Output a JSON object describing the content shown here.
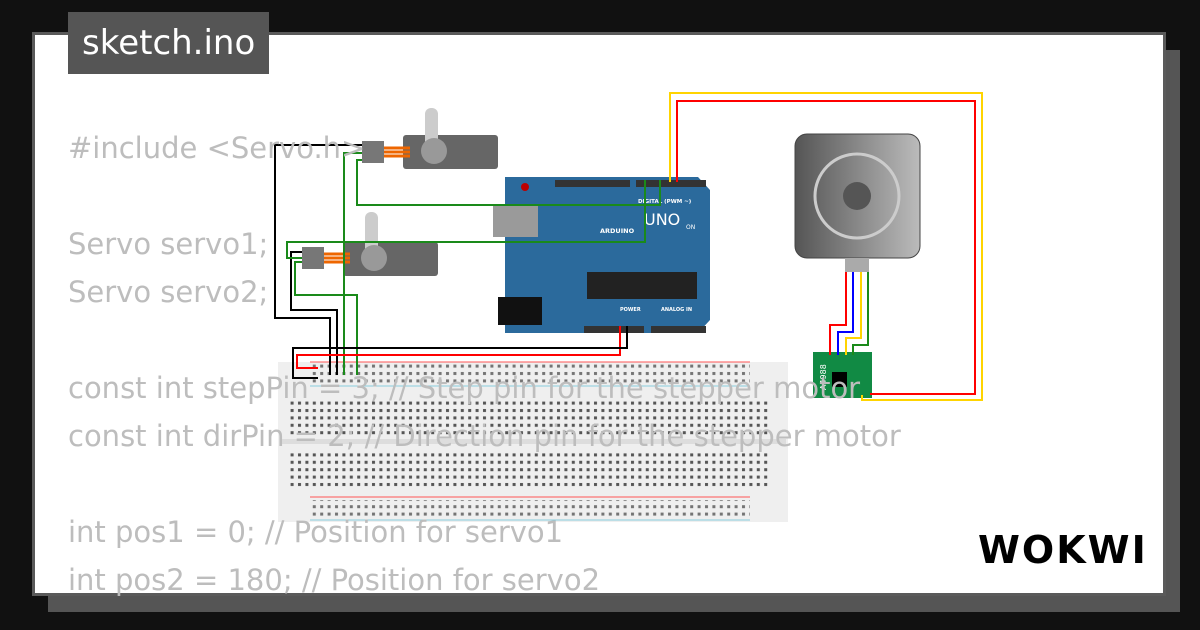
{
  "window": {
    "title": "sketch.ino"
  },
  "code": {
    "lines": [
      "#include <Servo.h>",
      "",
      "Servo servo1;",
      "Servo servo2;",
      "",
      "const int stepPin = 3; // Step pin for the stepper motor",
      "const int dirPin = 2; // Direction pin for the stepper motor",
      "",
      "int pos1 = 0; // Position for servo1",
      "int pos2 = 180; // Position for servo2"
    ]
  },
  "circuit": {
    "board_label": "UNO",
    "board_brand": "ARDUINO",
    "header_digital": "DIGITAL (PWM ~)",
    "header_power": "POWER",
    "header_analog": "ANALOG IN",
    "on_label": "ON",
    "driver_label": "A4988",
    "wire_colors": {
      "black": "#000000",
      "green": "#1a8a1a",
      "red": "#ff0000",
      "yellow": "#ffd400",
      "blue": "#0000ff"
    },
    "board_color": "#2b6a9c",
    "driver_color": "#118a44"
  },
  "brand": {
    "logo": "WOKWI"
  }
}
